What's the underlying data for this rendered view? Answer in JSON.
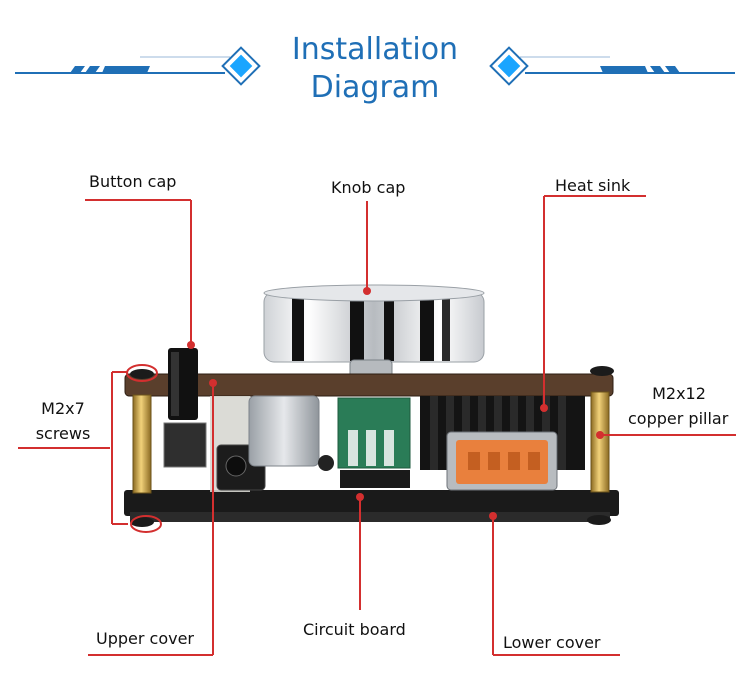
{
  "header": {
    "title_line_1": "Installation",
    "title_line_2": "Diagram",
    "accent_color": "#1f6fb6",
    "diamond_color": "#1aa5ff"
  },
  "callouts": {
    "button_cap": "Button cap",
    "knob_cap": "Knob cap",
    "heat_sink": "Heat sink",
    "m2x7_line_1": "M2x7",
    "m2x7_line_2": "screws",
    "m2x12_line_1": "M2x12",
    "m2x12_line_2": "copper pillar",
    "upper_cover": "Upper cover",
    "circuit_board": "Circuit board",
    "lower_cover": "Lower cover",
    "leader_color": "#d32f2f"
  },
  "icons": {
    "left_ornament": "diamond-icon",
    "right_ornament": "diamond-icon"
  }
}
